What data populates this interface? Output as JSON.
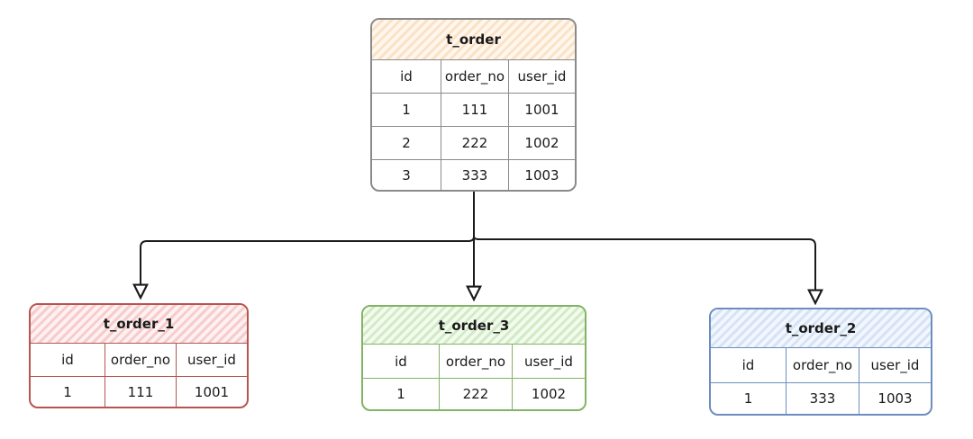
{
  "colors": {
    "connector": "#1a1a1a",
    "source_border": "#8a8a8a",
    "source_fill": "#fbe2c6",
    "red_border": "#b85450",
    "green_border": "#82b366",
    "blue_border": "#6c8ebf"
  },
  "source": {
    "name": "t_order",
    "columns": [
      "id",
      "order_no",
      "user_id"
    ],
    "rows": [
      [
        "1",
        "111",
        "1001"
      ],
      [
        "2",
        "222",
        "1002"
      ],
      [
        "3",
        "333",
        "1003"
      ]
    ]
  },
  "shards": [
    {
      "name": "t_order_1",
      "columns": [
        "id",
        "order_no",
        "user_id"
      ],
      "rows": [
        [
          "1",
          "111",
          "1001"
        ]
      ]
    },
    {
      "name": "t_order_3",
      "columns": [
        "id",
        "order_no",
        "user_id"
      ],
      "rows": [
        [
          "1",
          "222",
          "1002"
        ]
      ]
    },
    {
      "name": "t_order_2",
      "columns": [
        "id",
        "order_no",
        "user_id"
      ],
      "rows": [
        [
          "1",
          "333",
          "1003"
        ]
      ]
    }
  ]
}
